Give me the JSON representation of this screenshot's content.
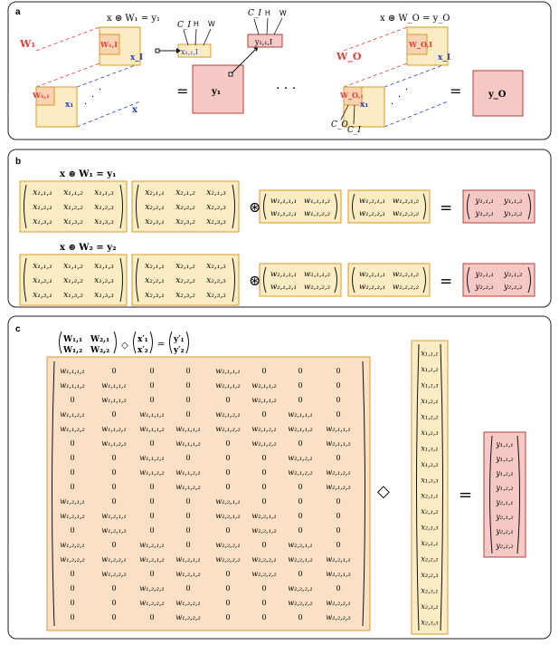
{
  "panels": {
    "a": {
      "letter": "a",
      "eq_left": "x ⊛ W₁ = y₁",
      "eq_right": "x ⊛ W_O = y_O",
      "lbl_W1": "W₁",
      "lbl_W1I": "W₁,I",
      "lbl_W11": "W₁,₁",
      "lbl_xI": "x_I",
      "lbl_x1": "x₁",
      "lbl_x": "x",
      "lbl_x1I": "x₁,₁,I",
      "lbl_y1": "y₁",
      "lbl_y11": "y₁,₁,I",
      "lbl_CI": "C_I",
      "lbl_H": "H",
      "lbl_Wd": "W",
      "lbl_WO": "W_O",
      "lbl_WOI": "W_O,I",
      "lbl_WO1": "W_O,₁",
      "lbl_CO": "C_O",
      "lbl_yO": "y_O",
      "equals": "=",
      "dots": "·  ·  ·"
    },
    "b": {
      "letter": "b",
      "eq1": "x ⊛ W₁ = y₁",
      "eq2": "x ⊛ W₂ = y₂",
      "conv": "⊛",
      "equals": "=",
      "x1": [
        [
          "x₁,₁,₁",
          "x₁,₁,₂",
          "x₁,₁,₃"
        ],
        [
          "x₁,₂,₁",
          "x₁,₂,₂",
          "x₁,₂,₃"
        ],
        [
          "x₁,₃,₁",
          "x₁,₃,₂",
          "x₁,₃,₃"
        ]
      ],
      "x2": [
        [
          "x₂,₁,₁",
          "x₂,₁,₂",
          "x₂,₁,₃"
        ],
        [
          "x₂,₂,₁",
          "x₂,₂,₂",
          "x₂,₂,₃"
        ],
        [
          "x₂,₃,₁",
          "x₂,₃,₂",
          "x₂,₃,₃"
        ]
      ],
      "w1a": [
        [
          "w₁,₁,₁,₁",
          "w₁,₁,₁,₂"
        ],
        [
          "w₁,₁,₂,₁",
          "w₁,₁,₂,₂"
        ]
      ],
      "w1b": [
        [
          "w₁,₂,₁,₁",
          "w₁,₂,₁,₂"
        ],
        [
          "w₁,₂,₂,₁",
          "w₁,₂,₂,₂"
        ]
      ],
      "y1": [
        [
          "y₁,₁,₁",
          "y₁,₁,₂"
        ],
        [
          "y₁,₂,₁",
          "y₁,₂,₂"
        ]
      ],
      "w2a": [
        [
          "w₂,₁,₁,₁",
          "w₂,₁,₁,₂"
        ],
        [
          "w₂,₁,₂,₁",
          "w₂,₁,₂,₂"
        ]
      ],
      "w2b": [
        [
          "w₂,₂,₁,₁",
          "w₂,₂,₁,₂"
        ],
        [
          "w₂,₂,₂,₁",
          "w₂,₂,₂,₂"
        ]
      ],
      "y2": [
        [
          "y₂,₁,₁",
          "y₂,₁,₂"
        ],
        [
          "y₂,₂,₁",
          "y₂,₂,₂"
        ]
      ]
    },
    "c": {
      "letter": "c",
      "block_eq": [
        "W₁,₁",
        "W₂,₁",
        "W₁,₂",
        "W₂,₂",
        "x′₁",
        "x′₂",
        "y′₁",
        "y′₂"
      ],
      "diamond": "◇",
      "equals": "=",
      "matrix": [
        [
          "w₁,₁,₁,₁",
          "0",
          "0",
          "0",
          "w₂,₁,₁,₁",
          "0",
          "0",
          "0"
        ],
        [
          "w₁,₁,₁,₂",
          "w₁,₁,₁,₁",
          "0",
          "0",
          "w₂,₁,₁,₂",
          "w₂,₁,₁,₂",
          "0",
          "0"
        ],
        [
          "0",
          "w₁,₁,₁,₂",
          "0",
          "0",
          "0",
          "w₂,₁,₁,₂",
          "0",
          "0"
        ],
        [
          "w₁,₁,₂,₁",
          "0",
          "w₁,₁,₁,₁",
          "0",
          "w₂,₁,₂,₁",
          "0",
          "w₂,₁,₁,₁",
          "0"
        ],
        [
          "w₁,₁,₂,₂",
          "w₁,₁,₂,₁",
          "w₁,₁,₁,₂",
          "w₁,₁,₁,₁",
          "w₂,₁,₂,₂",
          "w₂,₁,₂,₁",
          "w₂,₁,₁,₂",
          "w₂,₁,₁,₁"
        ],
        [
          "0",
          "w₁,₁,₂,₂",
          "0",
          "w₁,₁,₁,₂",
          "0",
          "w₂,₁,₂,₂",
          "0",
          "w₂,₁,₁,₂"
        ],
        [
          "0",
          "0",
          "w₁,₁,₂,₁",
          "0",
          "0",
          "0",
          "w₂,₁,₂,₁",
          "0"
        ],
        [
          "0",
          "0",
          "w₁,₁,₂,₂",
          "w₁,₁,₂,₁",
          "0",
          "0",
          "w₂,₁,₂,₂",
          "w₂,₁,₂,₁"
        ],
        [
          "0",
          "0",
          "0",
          "w₁,₁,₂,₂",
          "0",
          "0",
          "0",
          "w₂,₁,₂,₂"
        ],
        [
          "w₁,₂,₁,₁",
          "0",
          "0",
          "0",
          "w₂,₂,₁,₁",
          "0",
          "0",
          "0"
        ],
        [
          "w₁,₂,₁,₂",
          "w₁,₂,₁,₁",
          "0",
          "0",
          "w₂,₂,₁,₂",
          "w₂,₂,₁,₁",
          "0",
          "0"
        ],
        [
          "0",
          "w₁,₂,₁,₂",
          "0",
          "0",
          "0",
          "w₂,₂,₁,₂",
          "0",
          "0"
        ],
        [
          "w₁,₂,₂,₁",
          "0",
          "w₁,₂,₁,₁",
          "0",
          "w₂,₂,₂,₁",
          "0",
          "w₂,₂,₁,₁",
          "0"
        ],
        [
          "w₁,₂,₂,₂",
          "w₁,₂,₂,₁",
          "w₁,₂,₁,₂",
          "w₁,₂,₁,₁",
          "w₂,₂,₂,₂",
          "w₂,₂,₂,₁",
          "w₂,₂,₁,₂",
          "w₂,₂,₁,₁"
        ],
        [
          "0",
          "w₁,₂,₂,₂",
          "0",
          "w₁,₂,₁,₂",
          "0",
          "w₂,₂,₂,₂",
          "0",
          "w₂,₂,₁,₂"
        ],
        [
          "0",
          "0",
          "w₁,₂,₂,₁",
          "0",
          "0",
          "0",
          "w₂,₂,₂,₁",
          "0"
        ],
        [
          "0",
          "0",
          "w₁,₂,₂,₂",
          "w₁,₂,₂,₁",
          "0",
          "0",
          "w₂,₂,₂,₂",
          "w₂,₂,₂,₁"
        ],
        [
          "0",
          "0",
          "0",
          "w₁,₂,₂,₂",
          "0",
          "0",
          "0",
          "w₂,₂,₂,₂"
        ]
      ],
      "xvec": [
        "x₁,₁,₁",
        "x₁,₁,₂",
        "x₁,₁,₃",
        "x₁,₂,₁",
        "x₁,₂,₂",
        "x₁,₂,₃",
        "x₁,₃,₁",
        "x₁,₃,₂",
        "x₁,₃,₃",
        "x₂,₁,₁",
        "x₂,₁,₂",
        "x₂,₁,₃",
        "x₂,₂,₁",
        "x₂,₂,₂",
        "x₂,₂,₃",
        "x₂,₃,₁",
        "x₂,₃,₂",
        "x₂,₃,₃"
      ],
      "yvec": [
        "y₁,₁,₁",
        "y₁,₁,₂",
        "y₁,₂,₁",
        "y₁,₂,₂",
        "y₂,₁,₁",
        "y₂,₁,₂",
        "y₂,₂,₁",
        "y₂,₂,₂"
      ]
    }
  },
  "colors": {
    "yellow_fill": "#fcecc4",
    "yellow_stroke": "#d89a2a",
    "red_fill": "#f6c9c7",
    "red_stroke": "#b8403a",
    "orange_fill": "#fbe0c6",
    "label_red": "#e23c3c",
    "label_blue": "#2a3fd0"
  }
}
